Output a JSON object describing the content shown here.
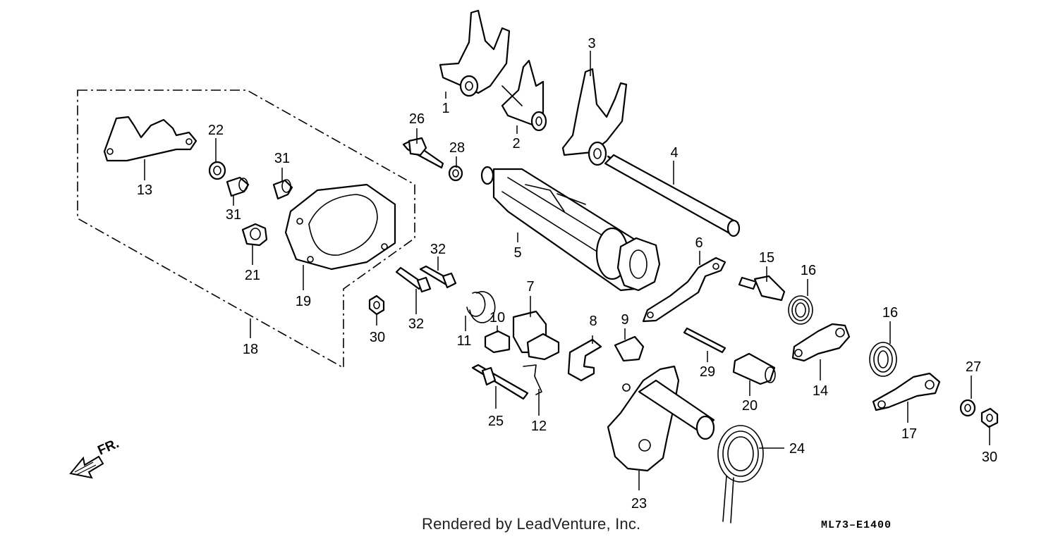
{
  "diagram": {
    "callouts": [
      {
        "id": "1",
        "label": "1"
      },
      {
        "id": "2",
        "label": "2"
      },
      {
        "id": "3",
        "label": "3"
      },
      {
        "id": "4",
        "label": "4"
      },
      {
        "id": "5",
        "label": "5"
      },
      {
        "id": "6",
        "label": "6"
      },
      {
        "id": "7",
        "label": "7"
      },
      {
        "id": "8",
        "label": "8"
      },
      {
        "id": "9",
        "label": "9"
      },
      {
        "id": "10",
        "label": "10"
      },
      {
        "id": "11",
        "label": "11"
      },
      {
        "id": "12",
        "label": "12"
      },
      {
        "id": "13",
        "label": "13"
      },
      {
        "id": "14",
        "label": "14"
      },
      {
        "id": "15",
        "label": "15"
      },
      {
        "id": "16a",
        "label": "16"
      },
      {
        "id": "16b",
        "label": "16"
      },
      {
        "id": "17",
        "label": "17"
      },
      {
        "id": "18",
        "label": "18"
      },
      {
        "id": "19",
        "label": "19"
      },
      {
        "id": "20",
        "label": "20"
      },
      {
        "id": "21",
        "label": "21"
      },
      {
        "id": "22",
        "label": "22"
      },
      {
        "id": "23",
        "label": "23"
      },
      {
        "id": "24",
        "label": "24"
      },
      {
        "id": "25",
        "label": "25"
      },
      {
        "id": "26",
        "label": "26"
      },
      {
        "id": "27",
        "label": "27"
      },
      {
        "id": "28",
        "label": "28"
      },
      {
        "id": "29",
        "label": "29"
      },
      {
        "id": "30a",
        "label": "30"
      },
      {
        "id": "30b",
        "label": "30"
      },
      {
        "id": "31a",
        "label": "31"
      },
      {
        "id": "31b",
        "label": "31"
      },
      {
        "id": "32a",
        "label": "32"
      },
      {
        "id": "32b",
        "label": "32"
      }
    ],
    "direction_label": "FR."
  },
  "footer": {
    "credit": "Rendered by LeadVenture, Inc.",
    "diagram_code": "ML73–E1400"
  }
}
